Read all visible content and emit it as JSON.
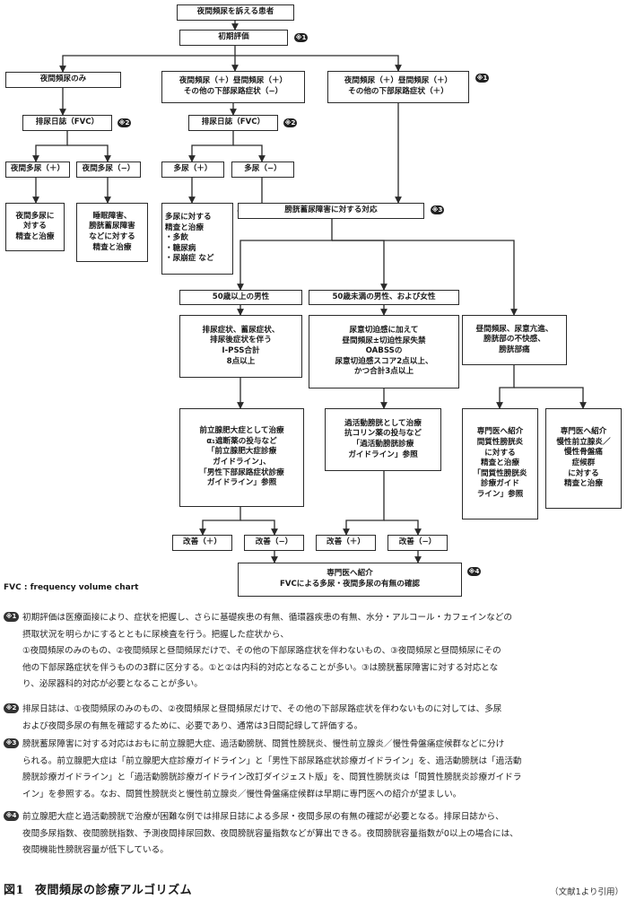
{
  "flowchart": {
    "nodes": {
      "start": [
        "夜間頻尿を訴える患者"
      ],
      "initial": [
        "初期評価"
      ],
      "only_nocturia": [
        "夜間頻尿のみ"
      ],
      "noct_day_no_other": [
        "夜間頻尿（＋）昼間頻尿（＋）",
        "その他の下部尿路症状（−）"
      ],
      "noct_day_other": [
        "夜間頻尿（＋）昼間頻尿（＋）",
        "その他の下部尿路症状（＋）"
      ],
      "diary_left": [
        "排尿日誌（FVC）"
      ],
      "diary_mid": [
        "排尿日誌（FVC）"
      ],
      "np_pos": [
        "夜間多尿（＋）"
      ],
      "np_neg": [
        "夜間多尿（−）"
      ],
      "poly_pos": [
        "多尿（＋）"
      ],
      "poly_neg": [
        "多尿（−）"
      ],
      "np_treat": [
        "夜間多尿に",
        "対する",
        "精査と治療"
      ],
      "sleep_treat": [
        "睡眠障害、",
        "膀胱蓄尿障害",
        "などに対する",
        "精査と治療"
      ],
      "poly_treat": [
        "多尿に対する",
        "精査と治療",
        "・多飲",
        "・糖尿病",
        "・尿崩症 など"
      ],
      "storage": [
        "膀胱蓄尿障害に対する対応"
      ],
      "men50": [
        "50歳以上の男性"
      ],
      "under50": [
        "50歳未満の男性、および女性"
      ],
      "bph_symptoms": [
        "排尿症状、蓄尿症状、",
        "排尿後症状を伴う",
        "I-PSS合計",
        "8点以上"
      ],
      "oab_symptoms": [
        "尿意切迫感に加えて",
        "昼間頻尿±切迫性尿失禁",
        "OABSSの",
        "尿意切迫感スコア2点以上、",
        "かつ合計3点以上"
      ],
      "ic_symptoms": [
        "昼間頻尿、尿意亢進、",
        "膀胱部の不快感、",
        "膀胱部痛"
      ],
      "bph_treat": [
        "前立腺肥大症として治療",
        "α₁遮断薬の投与など",
        "「前立腺肥大症診療",
        "ガイドライン」、",
        "「男性下部尿路症状診療",
        "ガイドライン」参照"
      ],
      "oab_treat": [
        "過活動膀胱として治療",
        "抗コリン薬の投与など",
        "「過活動膀胱診療",
        "ガイドライン」参照"
      ],
      "ic_ref": [
        "専門医へ紹介",
        "間質性膀胱炎",
        "に対する",
        "精査と治療",
        "「間質性膀胱炎",
        "診療ガイド",
        "ライン」参照"
      ],
      "cp_ref": [
        "専門医へ紹介",
        "慢性前立腺炎／",
        "慢性骨盤痛",
        "症候群",
        "に対する",
        "精査と治療"
      ],
      "imp_pos_1": [
        "改善（＋）"
      ],
      "imp_neg_1": [
        "改善（−）"
      ],
      "imp_pos_2": [
        "改善（＋）"
      ],
      "imp_neg_2": [
        "改善（−）"
      ],
      "final_ref": [
        "専門医へ紹介",
        "FVCによる多尿・夜間多尿の有無の確認"
      ]
    },
    "badges": {
      "initial": "※1",
      "noct_day_other": "※1",
      "diary_left": "※2",
      "diary_mid": "※2",
      "storage": "※3",
      "final_ref": "※4"
    },
    "fvc_note": "FVC : frequency volume chart"
  },
  "notes": [
    {
      "mark": "※1",
      "lines": [
        "初期評価は医療面接により、症状を把握し、さらに基礎疾患の有無、循環器疾患の有無、水分・アルコール・カフェインなどの",
        "摂取状況を明らかにするとともに尿検査を行う。把握した症状から、",
        "①夜間頻尿のみのもの、②夜間頻尿と昼間頻尿だけで、その他の下部尿路症状を伴わないもの、③夜間頻尿と昼間頻尿にその",
        "他の下部尿路症状を伴うものの3群に区分する。①と②は内科的対応となることが多い。③は膀胱蓄尿障害に対する対応とな",
        "り、泌尿器科的対応が必要となることが多い。"
      ]
    },
    {
      "mark": "※2",
      "lines": [
        "排尿日誌は、①夜間頻尿のみのもの、②夜間頻尿と昼間頻尿だけで、その他の下部尿路症状を伴わないものに対しては、多尿",
        "および夜間多尿の有無を確認するために、必要であり、通常は3日間記録して評価する。"
      ]
    },
    {
      "mark": "※3",
      "lines": [
        "膀胱蓄尿障害に対する対応はおもに前立腺肥大症、過活動膀胱、間質性膀胱炎、慢性前立腺炎／慢性骨盤痛症候群などに分け",
        "られる。前立腺肥大症は「前立腺肥大症診療ガイドライン」と「男性下部尿路症状診療ガイドライン」を、過活動膀胱は「過活動",
        "膀胱診療ガイドライン」と「過活動膀胱診療ガイドライン改訂ダイジェスト版」を、間質性膀胱炎は「間質性膀胱炎診療ガイドラ",
        "イン」を参照する。なお、間質性膀胱炎と慢性前立腺炎／慢性骨盤痛症候群は早期に専門医への紹介が望ましい。"
      ]
    },
    {
      "mark": "※4",
      "lines": [
        "前立腺肥大症と過活動膀胱で治療が困難な例では排尿日誌による多尿・夜間多尿の有無の確認が必要となる。排尿日誌から、",
        "夜間多尿指数、夜間膀胱指数、予測夜間排尿回数、夜間膀胱容量指数などが算出できる。夜間膀胱容量指数が0以上の場合には、",
        "夜間機能性膀胱容量が低下している。"
      ]
    }
  ],
  "caption": {
    "figure_number": "図1",
    "title": "夜間頻尿の診療アルゴリズム",
    "source": "（文献1より引用）"
  }
}
